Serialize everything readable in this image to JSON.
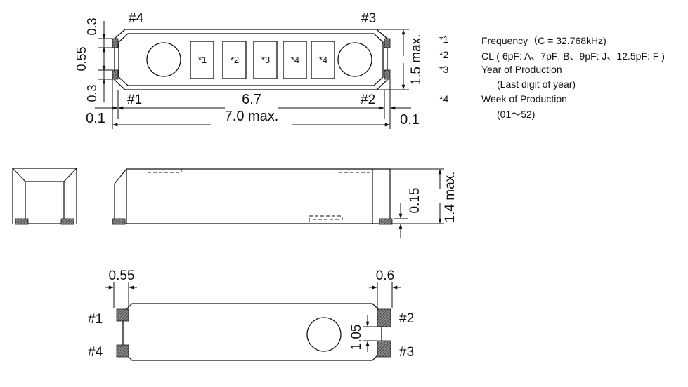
{
  "top_view": {
    "pin_tl": "#4",
    "pin_tr": "#3",
    "pin_bl": "#1",
    "pin_br": "#2",
    "mark_labels": [
      "*1",
      "*2",
      "*3",
      "*4",
      "*4"
    ],
    "dim_pad_top": "0.3",
    "dim_pad_gap": "0.55",
    "dim_pad_bottom": "0.3",
    "dim_height": "1.5 max.",
    "dim_inner_length": "6.7",
    "dim_length": "7.0 max.",
    "dim_offset_left": "0.1",
    "dim_offset_right": "0.1"
  },
  "side_view": {
    "dim_height": "1.4 max.",
    "dim_standoff": "0.15"
  },
  "bottom_view": {
    "pin_tl": "#1",
    "pin_bl": "#4",
    "pin_tr": "#2",
    "pin_br": "#3",
    "dim_left_pad": "0.55",
    "dim_right_pad": "0.6",
    "dim_pad_span": "1.05"
  },
  "notes": [
    {
      "key": "*1",
      "text": "Frequency（C = 32.768kHz)"
    },
    {
      "key": "*2",
      "text": "CL ( 6pF: A、7pF: B、9pF: J、12.5pF: F )"
    },
    {
      "key": "*3",
      "text": "Year of Production"
    },
    {
      "key": "",
      "text": "(Last digit of year)"
    },
    {
      "key": "*4",
      "text": "Week of Production"
    },
    {
      "key": "",
      "text": "(01～52)"
    }
  ]
}
